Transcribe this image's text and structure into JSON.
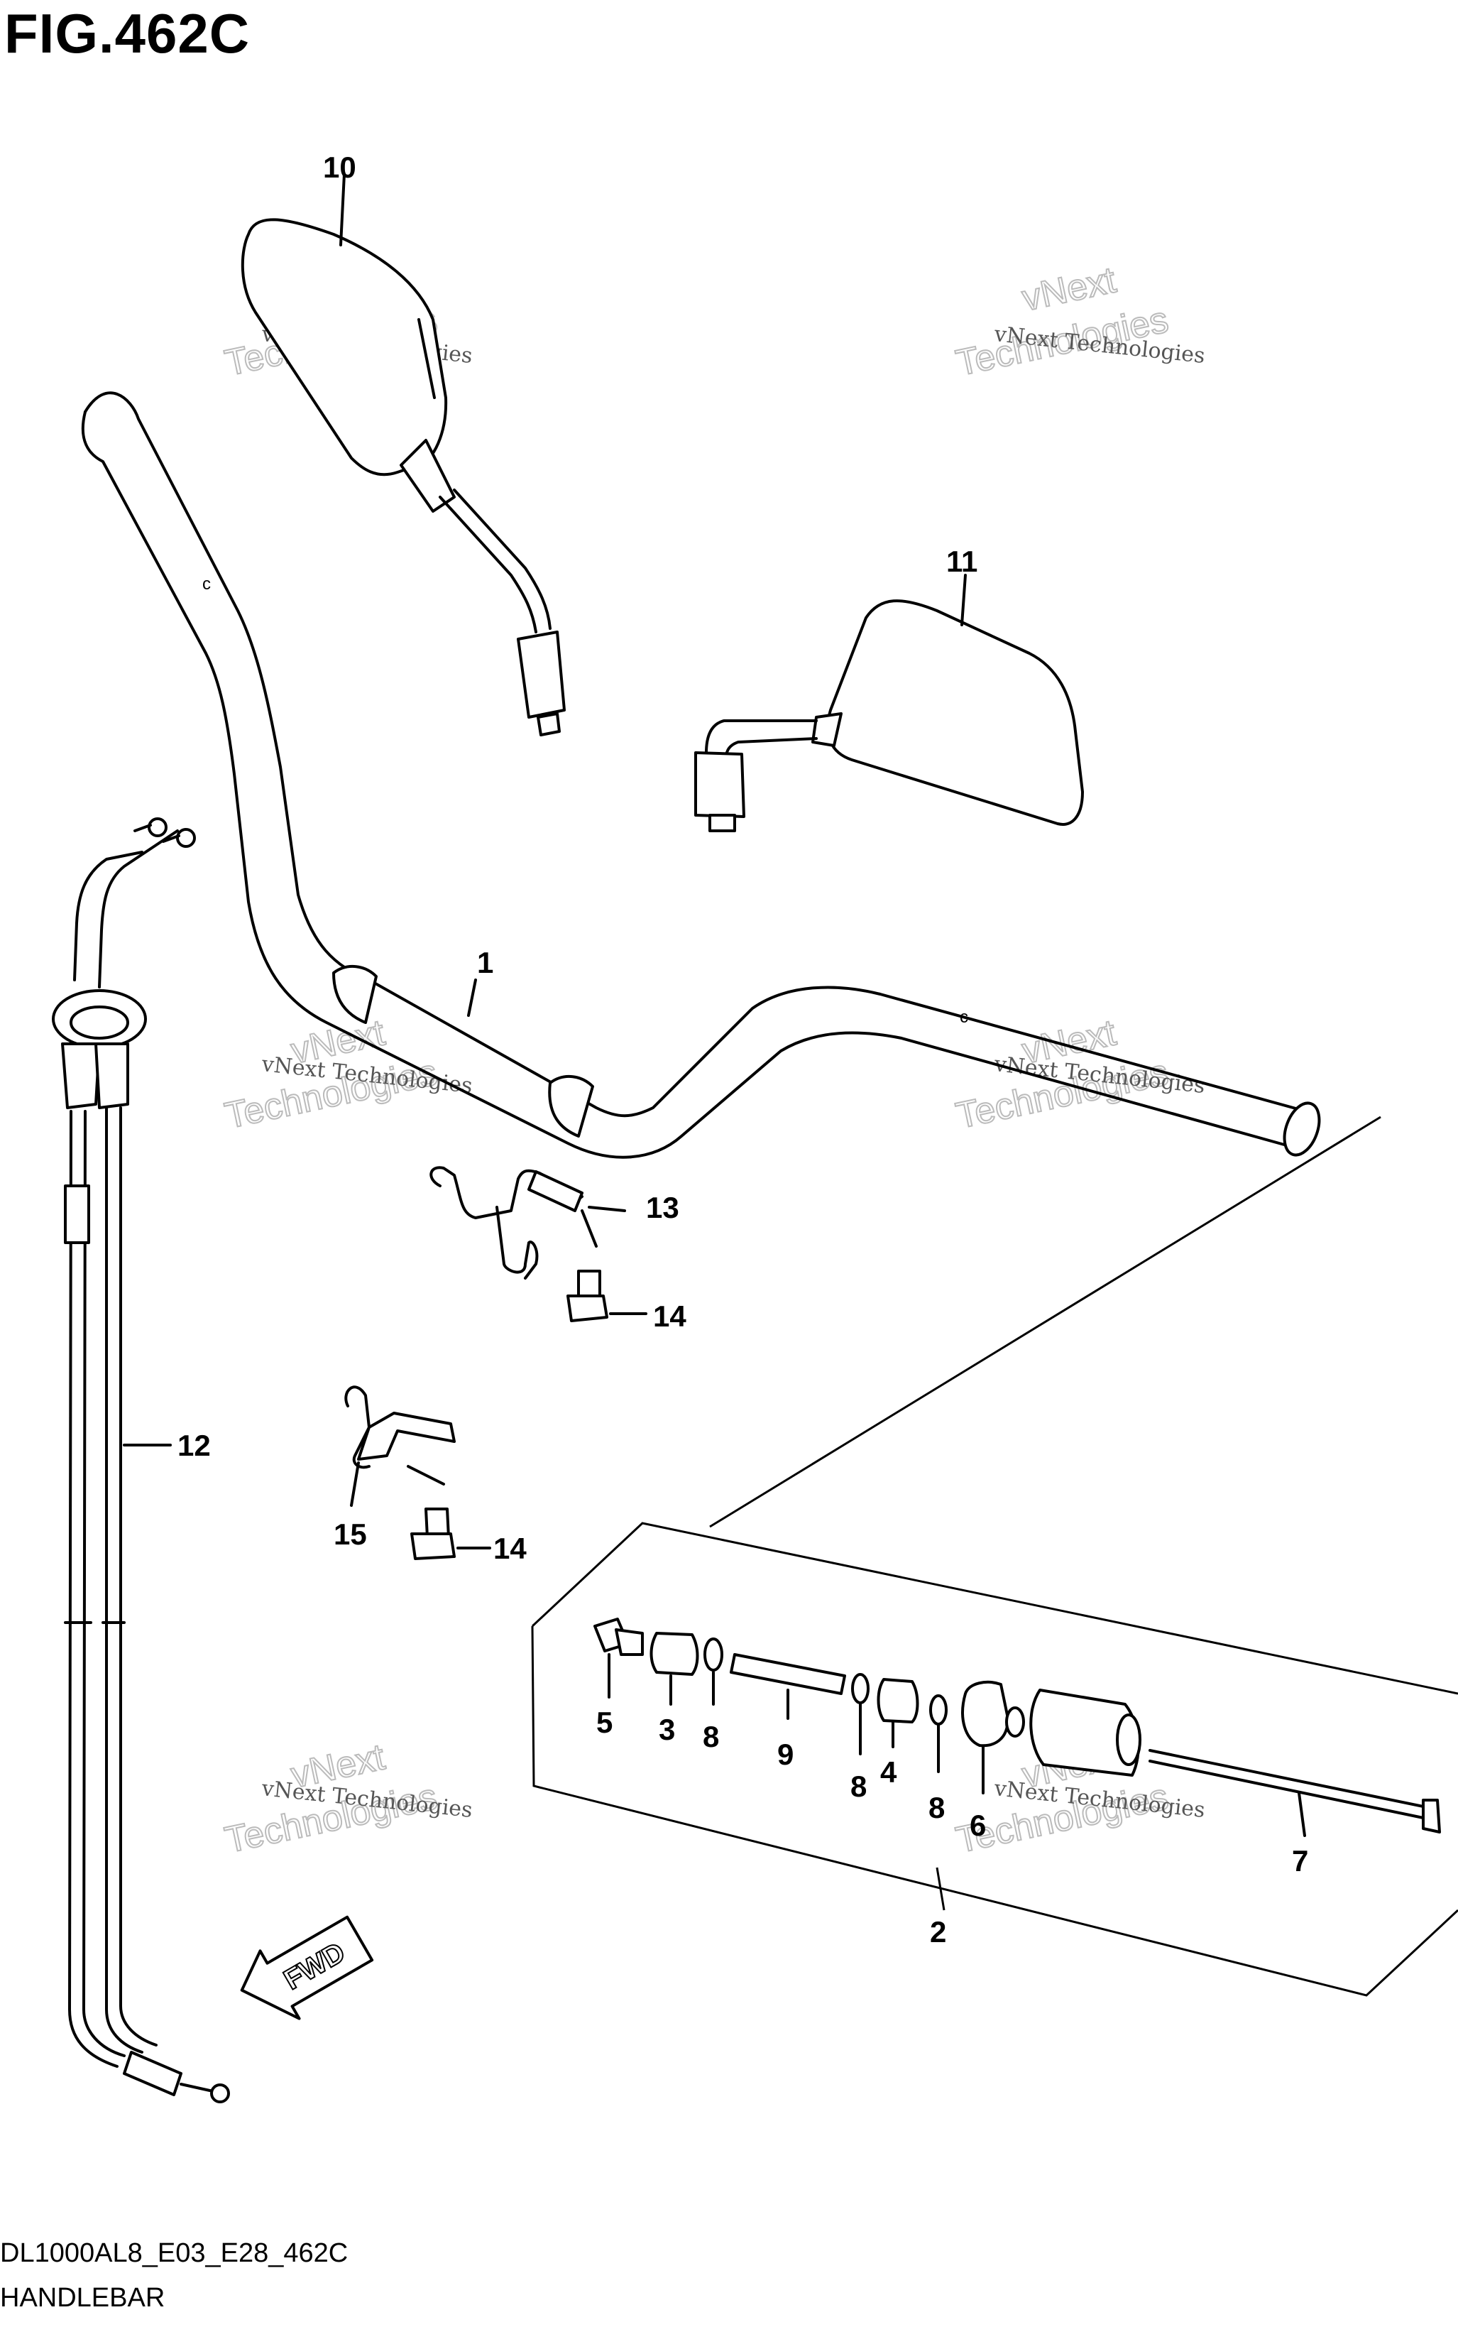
{
  "figure": {
    "title": "FIG.462C",
    "model_code": "DL1000AL8_E03_E28_462C",
    "section_name": "HANDLEBAR",
    "fwd_label": "FWD"
  },
  "callouts": [
    "1",
    "2",
    "3",
    "4",
    "5",
    "6",
    "7",
    "8",
    "8",
    "8",
    "9",
    "10",
    "11",
    "12",
    "13",
    "14",
    "14",
    "15"
  ],
  "watermark": {
    "line1": "vNext Technologies",
    "line2": "vNext",
    "line3": "Technologies"
  }
}
